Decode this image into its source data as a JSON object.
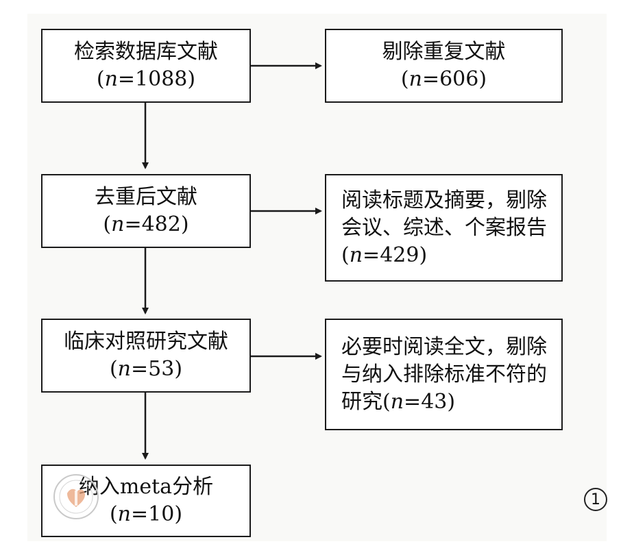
{
  "flowchart": {
    "main_steps": [
      {
        "label": "检索数据库文献",
        "count": "1088"
      },
      {
        "label": "去重后文献",
        "count": "482"
      },
      {
        "label": "临床对照研究文献",
        "count": "53"
      },
      {
        "label": "纳入meta分析",
        "count": "10"
      }
    ],
    "exclusions": [
      {
        "label": "剔除重复文献",
        "count": "606"
      },
      {
        "label": "阅读标题及摘要，剔除会议、综述、个案报告",
        "count": "429"
      },
      {
        "label": "必要时阅读全文，剔除与纳入排除标准不符的研究",
        "count": "43"
      }
    ],
    "n_prefix": "(",
    "n_symbol": "n",
    "n_eq": "=",
    "n_suffix": ")"
  },
  "panel_label": "1",
  "colors": {
    "line": "#1a1a1a",
    "canvas": "#f9f9f7",
    "seal": "#e8a27a"
  }
}
